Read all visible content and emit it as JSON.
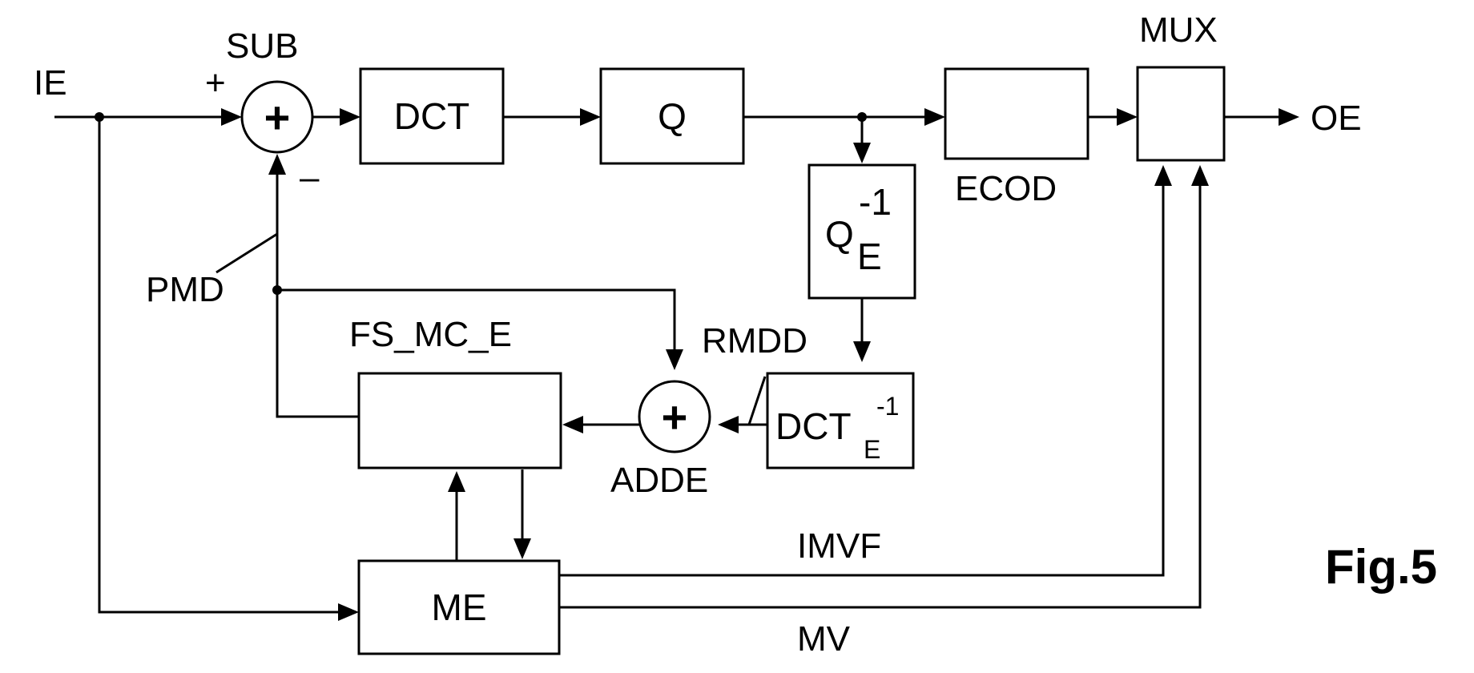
{
  "figure": {
    "label": "Fig.5"
  },
  "signals": {
    "input": "IE",
    "output": "OE",
    "prediction": "PMD",
    "residual": "RMDD",
    "field_vectors": "IMVF",
    "motion_vectors": "MV"
  },
  "blocks": {
    "sub": {
      "label": "SUB",
      "symbol": "+"
    },
    "sub_plus_sign": "+",
    "sub_minus_sign": "–",
    "dct": {
      "label": "DCT"
    },
    "quant": {
      "label": "Q"
    },
    "ecod": {
      "label": "ECOD"
    },
    "mux": {
      "label": "MUX"
    },
    "inv_quant": {
      "base": "Q",
      "subscript": "E",
      "superscript": "-1"
    },
    "inv_dct": {
      "base": "DCT",
      "subscript": "E",
      "superscript": "-1"
    },
    "adde": {
      "label": "ADDE",
      "symbol": "+"
    },
    "fs_mc": {
      "label": "FS_MC_E"
    },
    "me": {
      "label": "ME"
    }
  }
}
